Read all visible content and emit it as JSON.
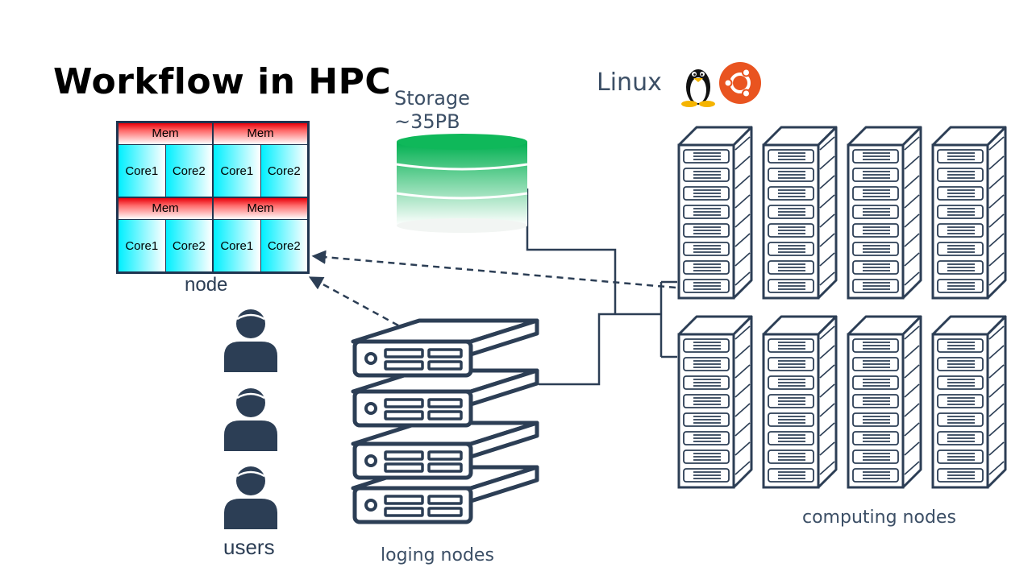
{
  "title": "Workflow in HPC",
  "storage": {
    "line1": "Storage",
    "line2": "~35PB"
  },
  "os": {
    "label": "Linux",
    "icons": [
      "tux-penguin-icon",
      "ubuntu-logo-icon"
    ]
  },
  "node": {
    "label": "node",
    "quadrants": [
      {
        "mem": "Mem",
        "cores": [
          "Core1",
          "Core2"
        ]
      },
      {
        "mem": "Mem",
        "cores": [
          "Core1",
          "Core2"
        ]
      },
      {
        "mem": "Mem",
        "cores": [
          "Core1",
          "Core2"
        ]
      },
      {
        "mem": "Mem",
        "cores": [
          "Core1",
          "Core2"
        ]
      }
    ]
  },
  "users": {
    "label": "users",
    "count": 3
  },
  "login_nodes": {
    "label": "loging nodes",
    "count": 4
  },
  "compute_nodes": {
    "label": "computing nodes",
    "count": 8
  },
  "colors": {
    "ink": "#2c3e55",
    "storage_green": "#00b050",
    "mem_red": "#e8000a",
    "core_cyan": "#00f0ff",
    "ubuntu_orange": "#e95420"
  }
}
